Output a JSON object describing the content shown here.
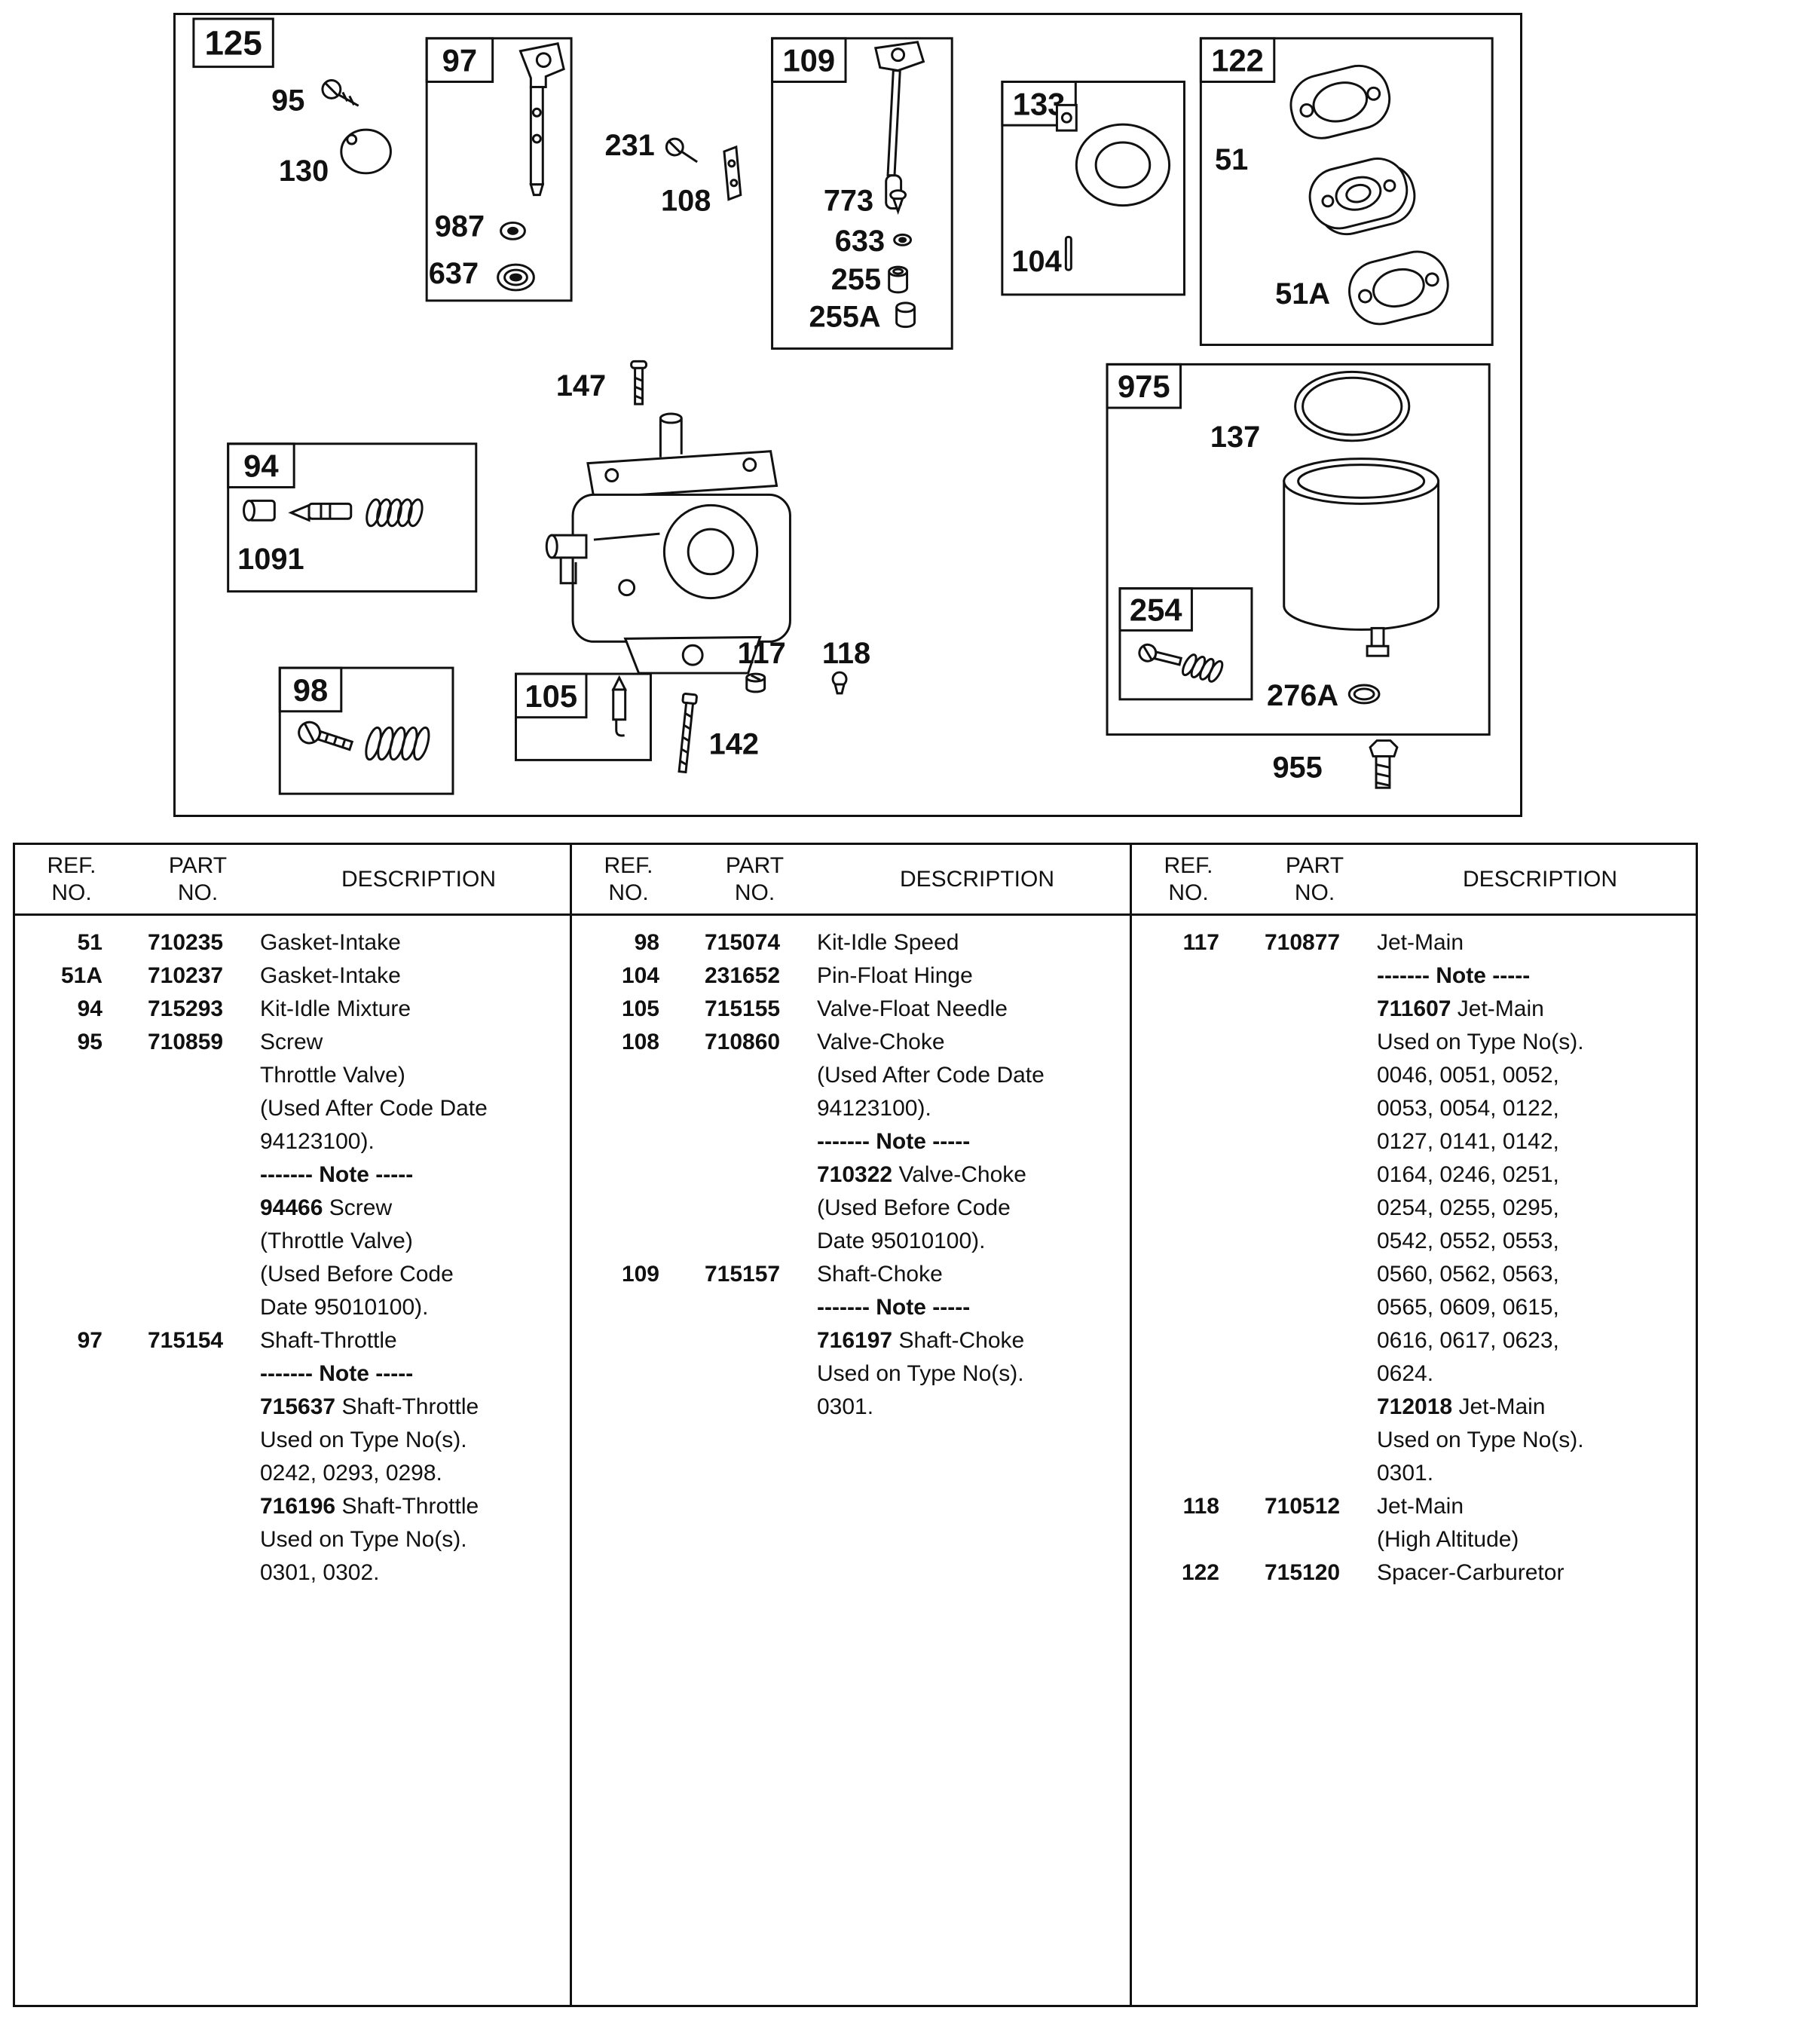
{
  "colors": {
    "ink": "#111111",
    "background": "#ffffff"
  },
  "diagram": {
    "labels": {
      "main": "125",
      "p95": "95",
      "p130": "130",
      "p97": "97",
      "p987": "987",
      "p637": "637",
      "p231": "231",
      "p108": "108",
      "p109": "109",
      "p773": "773",
      "p633": "633",
      "p255": "255",
      "p255A": "255A",
      "p133": "133",
      "p104": "104",
      "p122": "122",
      "p51": "51",
      "p51A": "51A",
      "p147": "147",
      "p94": "94",
      "p1091": "1091",
      "p975": "975",
      "p137": "137",
      "p254": "254",
      "p276A": "276A",
      "p955": "955",
      "p98": "98",
      "p105": "105",
      "p117": "117",
      "p118": "118",
      "p142": "142"
    }
  },
  "table": {
    "headers": {
      "ref1": "REF.",
      "ref2": "NO.",
      "part1": "PART",
      "part2": "NO.",
      "desc": "DESCRIPTION"
    },
    "columns": [
      [
        {
          "ref": "51",
          "part": "710235",
          "desc": [
            {
              "t": "Gasket-Intake"
            }
          ]
        },
        {
          "ref": "51A",
          "part": "710237",
          "desc": [
            {
              "t": "Gasket-Intake"
            }
          ]
        },
        {
          "ref": "94",
          "part": "715293",
          "desc": [
            {
              "t": "Kit-Idle Mixture"
            }
          ]
        },
        {
          "ref": "95",
          "part": "710859",
          "desc": [
            {
              "t": "Screw"
            },
            {
              "t": "Throttle Valve)"
            },
            {
              "t": "(Used After Code Date"
            },
            {
              "t": "94123100)."
            },
            {
              "b": "------- Note -----",
              "t": ""
            },
            {
              "b": "94466",
              "t": " Screw"
            },
            {
              "t": "(Throttle Valve)"
            },
            {
              "t": "(Used Before Code"
            },
            {
              "t": "Date 95010100)."
            }
          ]
        },
        {
          "ref": "97",
          "part": "715154",
          "desc": [
            {
              "t": "Shaft-Throttle"
            },
            {
              "b": "------- Note -----",
              "t": ""
            },
            {
              "b": "715637",
              "t": " Shaft-Throttle"
            },
            {
              "t": "Used on Type No(s)."
            },
            {
              "t": "0242, 0293, 0298."
            },
            {
              "b": "716196",
              "t": " Shaft-Throttle"
            },
            {
              "t": "Used on Type No(s)."
            },
            {
              "t": "0301, 0302."
            }
          ]
        }
      ],
      [
        {
          "ref": "98",
          "part": "715074",
          "desc": [
            {
              "t": "Kit-Idle Speed"
            }
          ]
        },
        {
          "ref": "104",
          "part": "231652",
          "desc": [
            {
              "t": "Pin-Float Hinge"
            }
          ]
        },
        {
          "ref": "105",
          "part": "715155",
          "desc": [
            {
              "t": "Valve-Float Needle"
            }
          ]
        },
        {
          "ref": "108",
          "part": "710860",
          "desc": [
            {
              "t": "Valve-Choke"
            },
            {
              "t": "(Used After Code Date"
            },
            {
              "t": "94123100)."
            },
            {
              "b": "------- Note -----",
              "t": ""
            },
            {
              "b": "710322",
              "t": " Valve-Choke"
            },
            {
              "t": "(Used Before Code"
            },
            {
              "t": "Date 95010100)."
            }
          ]
        },
        {
          "ref": "109",
          "part": "715157",
          "desc": [
            {
              "t": "Shaft-Choke"
            },
            {
              "b": "------- Note -----",
              "t": ""
            },
            {
              "b": "716197",
              "t": " Shaft-Choke"
            },
            {
              "t": "Used on Type No(s)."
            },
            {
              "t": "0301."
            }
          ]
        }
      ],
      [
        {
          "ref": "117",
          "part": "710877",
          "desc": [
            {
              "t": "Jet-Main"
            },
            {
              "b": "------- Note -----",
              "t": ""
            },
            {
              "b": "711607",
              "t": " Jet-Main"
            },
            {
              "t": "Used on Type No(s)."
            },
            {
              "t": "0046, 0051, 0052,"
            },
            {
              "t": "0053, 0054, 0122,"
            },
            {
              "t": "0127, 0141, 0142,"
            },
            {
              "t": "0164, 0246, 0251,"
            },
            {
              "t": "0254, 0255, 0295,"
            },
            {
              "t": "0542, 0552, 0553,"
            },
            {
              "t": "0560, 0562, 0563,"
            },
            {
              "t": "0565, 0609, 0615,"
            },
            {
              "t": "0616, 0617, 0623,"
            },
            {
              "t": "0624."
            },
            {
              "b": "712018",
              "t": " Jet-Main"
            },
            {
              "t": "Used on Type No(s)."
            },
            {
              "t": "0301."
            }
          ]
        },
        {
          "ref": "118",
          "part": "710512",
          "desc": [
            {
              "t": "Jet-Main"
            },
            {
              "t": "(High Altitude)"
            }
          ]
        },
        {
          "ref": "122",
          "part": "715120",
          "desc": [
            {
              "t": "Spacer-Carburetor"
            }
          ]
        }
      ]
    ]
  }
}
